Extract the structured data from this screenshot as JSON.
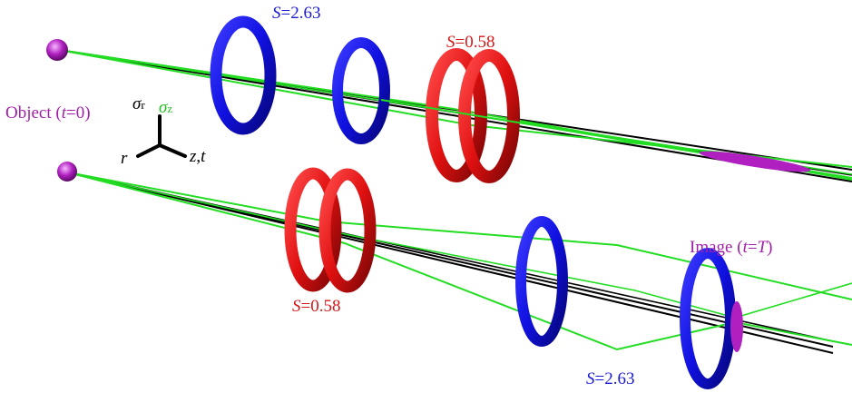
{
  "colors": {
    "blue_ring": "#1010e0",
    "red_ring": "#e01010",
    "magenta": "#b020c0",
    "ray_green": "#22dd22",
    "ray_black": "#000000",
    "label_blue": "#1a1ad8",
    "label_red": "#d81818",
    "label_magenta": "#a020a8"
  },
  "labels": {
    "s_top_blue": {
      "s": "S",
      "eq": "=2.63"
    },
    "s_top_red": {
      "s": "S",
      "eq": "=0.58"
    },
    "s_bottom_red": {
      "s": "S",
      "eq": "=0.58"
    },
    "s_bottom_blue": {
      "s": "S",
      "eq": "=2.63"
    },
    "object": {
      "pre": "Object (",
      "t": "t",
      "post": "=0)"
    },
    "image": {
      "pre": "Image (",
      "t": "t",
      "mid": "=",
      "T": "T",
      "post": ")"
    },
    "axes": {
      "sigma_r": "σ",
      "sigma_r_sub": "r",
      "sigma_z": "σ",
      "sigma_z_sub": "z",
      "r": "r",
      "zt_z": "z",
      "zt_comma": ",",
      "zt_t": "t"
    }
  },
  "icons": [
    "object-point-icon",
    "image-point-icon",
    "axes-triad-icon"
  ]
}
